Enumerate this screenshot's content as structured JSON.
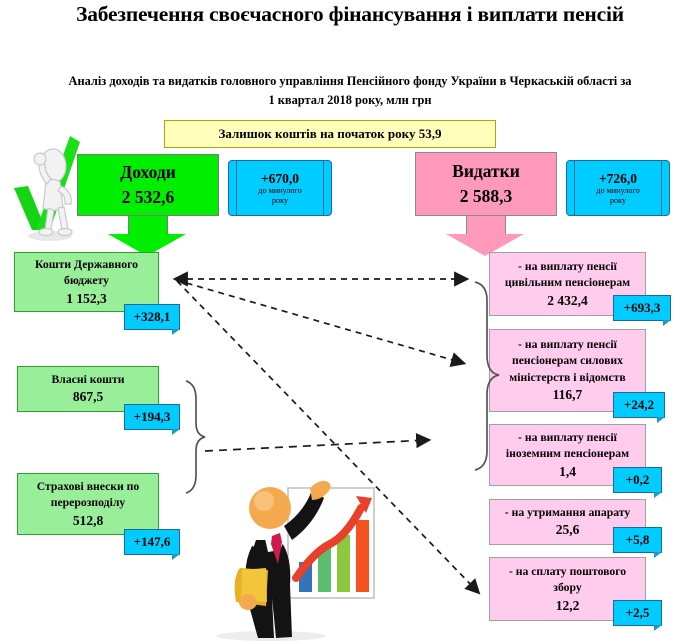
{
  "header": {
    "title": "Забезпечення своєчасного фінансування і виплати пенсій",
    "subtitle_line1": "Аналіз  доходів та видатків головного управління Пенсійного фонду України в Черкаській області за",
    "subtitle_line2": "1 квартал 2018 року, млн грн"
  },
  "banner": {
    "label": "Залишок коштів на початок року 53,9"
  },
  "income": {
    "head": {
      "name": "Доходи",
      "value": "2 532,6"
    },
    "delta": {
      "value": "+670,0",
      "note_line1": "до минулого",
      "note_line2": "року"
    },
    "items": [
      {
        "lines": [
          "Кошти Державного",
          "бюджету"
        ],
        "value": "1 152,3",
        "delta": "+328,1"
      },
      {
        "lines": [
          "Власні кошти"
        ],
        "value": "867,5",
        "delta": "+194,3"
      },
      {
        "lines": [
          "Страхові внески по",
          "перерозподілу"
        ],
        "value": "512,8",
        "delta": "+147,6"
      }
    ]
  },
  "expenses": {
    "head": {
      "name": "Видатки",
      "value": "2 588,3"
    },
    "delta": {
      "value": "+726,0",
      "note_line1": "до минулого",
      "note_line2": "року"
    },
    "items": [
      {
        "lines": [
          "- на виплату пенсії",
          "цивільним пенсіонерам"
        ],
        "value": "2 432,4",
        "delta": "+693,3"
      },
      {
        "lines": [
          "- на виплату пенсії",
          "пенсіонерам силових",
          "міністерств і відомств"
        ],
        "value": "116,7",
        "delta": "+24,2"
      },
      {
        "lines": [
          "- на виплату пенсії",
          "іноземним пенсіонерам"
        ],
        "value": "1,4",
        "delta": "+0,2"
      },
      {
        "lines": [
          "- на утримання апарату"
        ],
        "value": "25,6",
        "delta": "+5,8"
      },
      {
        "lines": [
          "- на сплату поштового",
          "збору"
        ],
        "value": "12,2",
        "delta": "+2,5"
      }
    ]
  },
  "colors": {
    "income_head": "#00EE00",
    "income_item": "#99EE99",
    "expense_head": "#FF99BB",
    "expense_item": "#FFCCEE",
    "tag": "#00CCFF",
    "banner": "#FFFFBB"
  },
  "clipart": {
    "checkmark_figure": "checkmark-figure-icon",
    "presenter_figure": "presenter-with-bar-chart-icon",
    "presenter_bars": [
      "#3573b9",
      "#5bbd6e",
      "#8dc63f",
      "#f4511e"
    ]
  }
}
